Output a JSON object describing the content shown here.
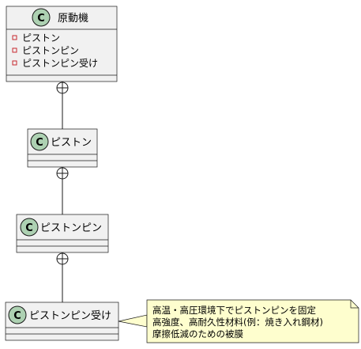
{
  "diagram": {
    "classes": [
      {
        "id": "engine",
        "name": "原動機",
        "stereotype_letter": "C",
        "attributes": [
          "ピストン",
          "ピストンピン",
          "ピストンピン受け"
        ]
      },
      {
        "id": "piston",
        "name": "ピストン",
        "stereotype_letter": "C",
        "attributes": []
      },
      {
        "id": "pin",
        "name": "ピストンピン",
        "stereotype_letter": "C",
        "attributes": []
      },
      {
        "id": "bearing",
        "name": "ピストンピン受け",
        "stereotype_letter": "C",
        "attributes": []
      }
    ],
    "relations": [
      {
        "from": "engine",
        "to": "piston",
        "type": "composition-circle-plus"
      },
      {
        "from": "piston",
        "to": "pin",
        "type": "composition-circle-plus"
      },
      {
        "from": "pin",
        "to": "bearing",
        "type": "composition-circle-plus"
      }
    ],
    "note": {
      "attached_to": "bearing",
      "lines": [
        "高温・高圧環境下でピストンピンを固定",
        "高強度、高耐久性材料(例：焼き入れ鋼材)",
        "摩擦低減のための被膜"
      ]
    },
    "colors": {
      "class_fill": "#f1f1f1",
      "class_border": "#181818",
      "circle_fill": "#add1b2",
      "note_fill": "#fefece",
      "private_marker": "#c82930"
    }
  }
}
